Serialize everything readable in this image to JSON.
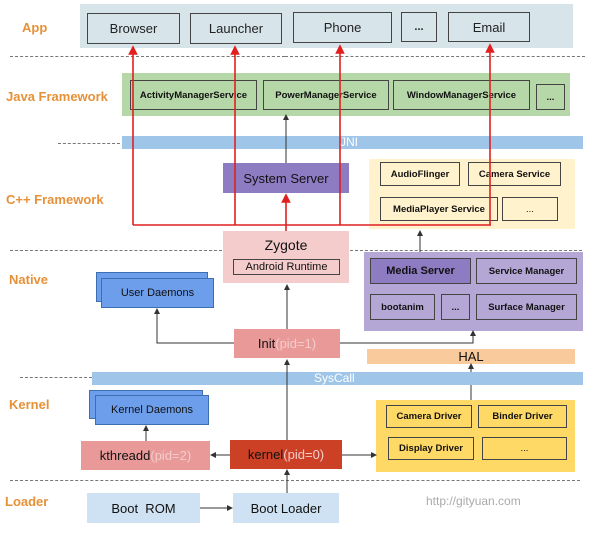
{
  "layers": {
    "app": "App",
    "java_framework": "Java Framework",
    "cpp_framework": "C++ Framework",
    "native": "Native",
    "kernel": "Kernel",
    "loader": "Loader"
  },
  "app_layer": {
    "items": [
      "Browser",
      "Launcher",
      "Phone",
      "...",
      "Email"
    ]
  },
  "java_layer": {
    "items": [
      "ActivityManagerService",
      "PowerManagerService",
      "WindowManagerService",
      "..."
    ]
  },
  "jni_bar": "JNI",
  "system_server": "System Server",
  "cpp_services": {
    "items": [
      "AudioFlinger",
      "Camera Service",
      "MediaPlayer Service",
      "..."
    ]
  },
  "zygote": {
    "title": "Zygote",
    "runtime": "Android Runtime"
  },
  "native_layer": {
    "user_daemons": "User Daemons",
    "items": [
      "Media Server",
      "Service Manager",
      "bootanim",
      "...",
      "Surface Manager"
    ]
  },
  "init": {
    "name": "Init",
    "pid": "(pid=1)"
  },
  "hal": "HAL",
  "syscall_bar": "SysCall",
  "kernel_layer": {
    "kernel_daemons": "Kernel Daemons",
    "kthreadd_name": "kthreadd",
    "kthreadd_pid": "(pid=2)",
    "kernel_name": "kernel",
    "kernel_pid": "(pid=0)",
    "drivers": [
      "Camera Driver",
      "Binder Driver",
      "Display Driver",
      "..."
    ]
  },
  "loader_layer": {
    "boot_rom": "Boot  ROM",
    "boot_loader": "Boot Loader"
  },
  "watermark": "http://gityuan.com",
  "colors": {
    "layer_label": "#e69138",
    "red_arrow": "#e02020",
    "app_bg": "#d7e4ea",
    "java_bg": "#b6d7a8",
    "jni_bg": "#9fc5e8",
    "system_server": "#8e7cc3",
    "cpp_bg": "#fff2cc",
    "zygote_bg": "#f4cccc",
    "native_bg": "#b4a7d6",
    "init_bg": "#ea9999",
    "hal_bg": "#f9cb9c",
    "kernel_bg": "#cc4125",
    "driver_bg": "#ffd966",
    "loader_bg": "#cfe2f3",
    "daemons": "#6d9eeb"
  }
}
